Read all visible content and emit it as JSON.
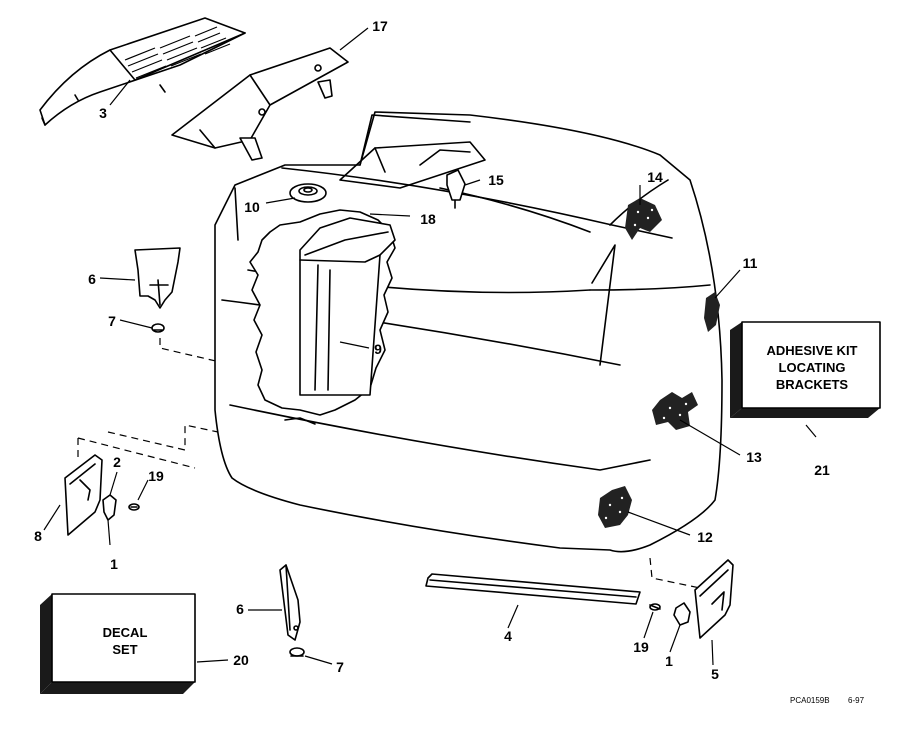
{
  "callouts": {
    "p1a": "1",
    "p1b": "1",
    "p2": "2",
    "p3": "3",
    "p4": "4",
    "p5": "5",
    "p6a": "6",
    "p6b": "6",
    "p7a": "7",
    "p7b": "7",
    "p8": "8",
    "p9": "9",
    "p10": "10",
    "p11": "11",
    "p12": "12",
    "p13": "13",
    "p14": "14",
    "p15": "15",
    "p17": "17",
    "p18": "18",
    "p19a": "19",
    "p19b": "19",
    "p20": "20",
    "p21": "21"
  },
  "adhesive_box": {
    "line1": "ADHESIVE KIT",
    "line2": "LOCATING",
    "line3": "BRACKETS"
  },
  "decal_box": {
    "line1": "DECAL",
    "line2": "SET"
  },
  "footer": {
    "code": "PCA0159B",
    "date": "6-97"
  }
}
